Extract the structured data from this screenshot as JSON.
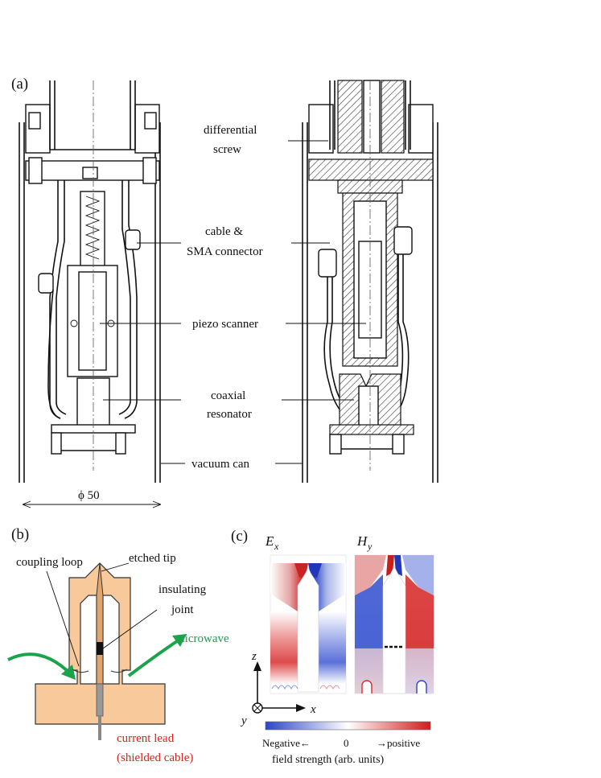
{
  "panels": {
    "a": "(a)",
    "b": "(b)",
    "c": "(c)"
  },
  "panel_a": {
    "labels": {
      "differential_screw_1": "differential",
      "differential_screw_2": "screw",
      "cable_1": "cable &",
      "cable_2": "SMA connector",
      "piezo": "piezo scanner",
      "coaxial_1": "coaxial",
      "coaxial_2": "resonator",
      "vacuum": "vacuum can"
    },
    "dimension": "ϕ 50"
  },
  "panel_b": {
    "labels": {
      "coupling_loop": "coupling loop",
      "etched_tip": "etched tip",
      "insulating_1": "insulating",
      "insulating_2": "joint",
      "microwave": "microwave",
      "current_lead_1": "current lead",
      "current_lead_2": "(shielded cable)"
    },
    "colors": {
      "body": "#f7c99b",
      "microwave": "#1aa34a",
      "current_lead": "#e0201a"
    }
  },
  "panel_c": {
    "ex_label": "E",
    "ex_sub": "x",
    "hy_label": "H",
    "hy_sub": "y",
    "axes": {
      "z": "z",
      "y": "y",
      "x": "x"
    },
    "colorbar": {
      "negative": "Negative←",
      "zero": "0",
      "positive": "→positive",
      "caption": "field strength (arb. units)",
      "colors": {
        "negative": "#2c45c8",
        "zero": "#ffffff",
        "positive": "#d21a1a"
      }
    }
  }
}
